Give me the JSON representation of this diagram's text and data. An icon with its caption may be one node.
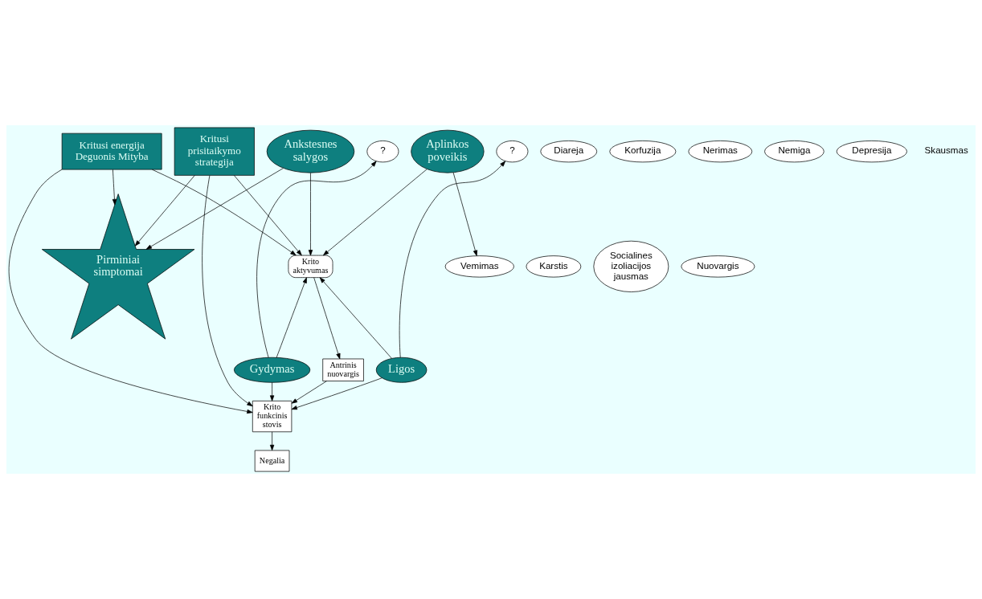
{
  "diagram": {
    "nodes": [
      {
        "text": [
          "Kritusi energija Deguonis Mityba"
        ]
      },
      {
        "text": [
          "Kritusi prisitaikymo strategija"
        ]
      },
      {
        "text": [
          "Pirminiai simptomai"
        ]
      },
      {
        "text": [
          "Diareja"
        ]
      },
      {
        "text": [
          "Korfuzija"
        ]
      },
      {
        "text": [
          "Karstis"
        ]
      },
      {
        "text": [
          "Vemimas"
        ]
      },
      {
        "text": [
          "Socialines izoliacijos jausmas"
        ]
      },
      {
        "text": [
          "Nuovargis"
        ]
      },
      {
        "text": [
          "Nerimas"
        ]
      },
      {
        "text": [
          "?"
        ]
      },
      {
        "text": [
          "?"
        ]
      },
      {
        "text": [
          "Nemiga"
        ]
      },
      {
        "text": [
          "Depresija"
        ]
      },
      {
        "text": [
          "Ankstesnes salygos"
        ]
      },
      {
        "text": [
          "Aplinkos poveikis"
        ]
      },
      {
        "text": [
          "Krito aktyvumas"
        ]
      },
      {
        "text": [
          "Gydymas"
        ]
      },
      {
        "text": [
          "Antrinis nuovargis"
        ]
      },
      {
        "text": [
          "Ligos"
        ]
      },
      {
        "text": [
          "Krito funkcinis stovis"
        ]
      },
      {
        "text": [
          "Negalia"
        ]
      }
    ],
    "edges": [
      {
        "from": 0,
        "to": 2,
        "arrow": "to"
      },
      {
        "from": 1,
        "to": 2,
        "arrow": "to"
      },
      {
        "from": 14,
        "to": 2,
        "arrow": "to"
      },
      {
        "from": 15,
        "to": 6,
        "arrow": "to"
      },
      {
        "from": 17,
        "to": 10,
        "arrow": "to"
      },
      {
        "from": 19,
        "to": 11,
        "arrow": "to"
      },
      {
        "from": 14,
        "to": 16,
        "arrow": "to"
      },
      {
        "from": 0,
        "to": 16,
        "arrow": "to"
      },
      {
        "from": 17,
        "to": 16,
        "arrow": "to"
      },
      {
        "from": 15,
        "to": 16,
        "arrow": "to"
      },
      {
        "from": 1,
        "to": 16,
        "arrow": "to"
      },
      {
        "from": 19,
        "to": 16,
        "arrow": "to"
      },
      {
        "from": 16,
        "to": 18,
        "arrow": "to"
      },
      {
        "from": 18,
        "to": 20,
        "arrow": "to"
      },
      {
        "from": 17,
        "to": 20,
        "arrow": "to"
      },
      {
        "from": 0,
        "to": 20,
        "arrow": "to"
      },
      {
        "from": 19,
        "to": 20,
        "arrow": "to"
      },
      {
        "from": 1,
        "to": 20,
        "arrow": "to"
      },
      {
        "from": 20,
        "to": 21,
        "arrow": "to"
      }
    ],
    "labels": [
      "Skausmas"
    ]
  }
}
